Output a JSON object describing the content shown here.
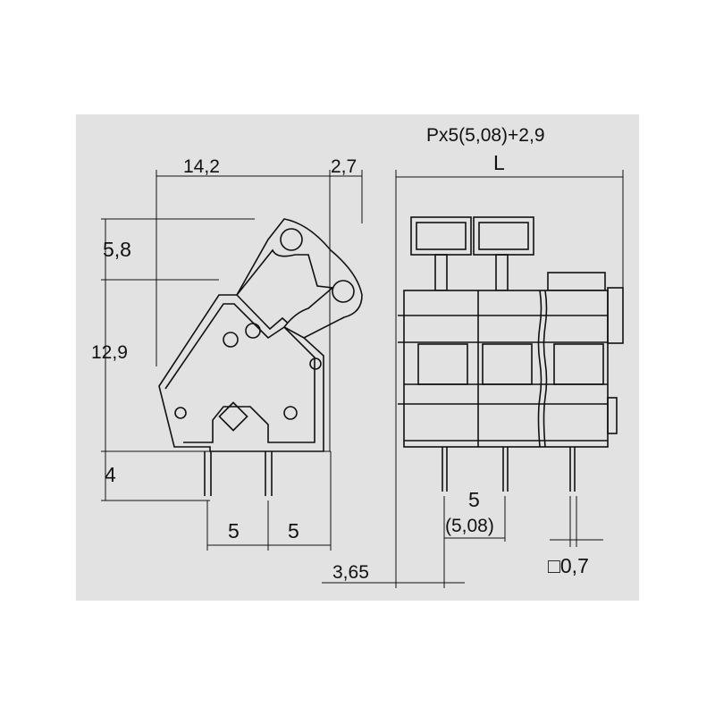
{
  "side_view": {
    "dim_width": "14,2",
    "dim_lever_offset": "2,7",
    "dim_lever_height": "5,8",
    "dim_body_height": "12,9",
    "dim_pin_length": "4",
    "dim_pitch_1": "5",
    "dim_pitch_2": "5"
  },
  "front_view": {
    "length_formula": "Px5(5,08)+2,9",
    "length_symbol": "L",
    "pitch": "5",
    "pitch_alt": "(5,08)",
    "pin_offset": "3,65",
    "pin_square": "□0,7"
  },
  "colors": {
    "background": "#e2e2e2",
    "line": "#111111"
  }
}
